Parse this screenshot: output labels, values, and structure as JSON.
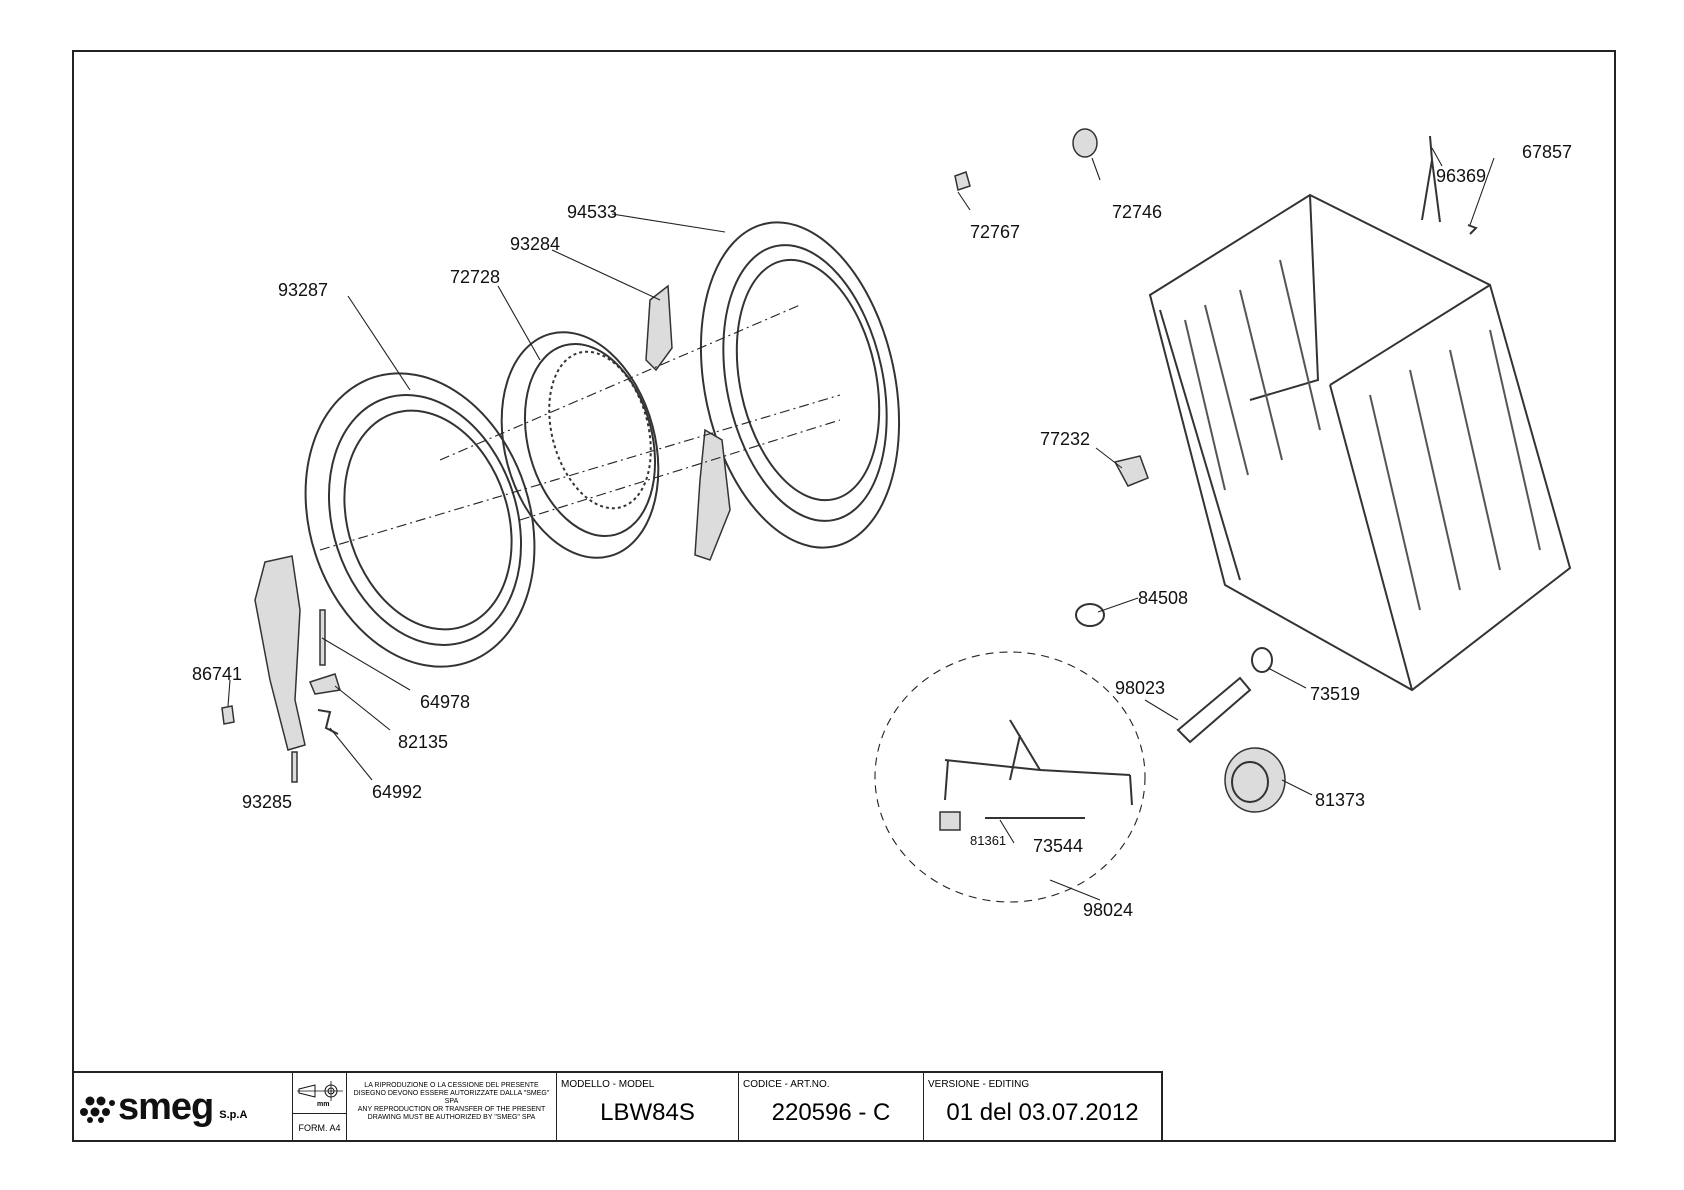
{
  "parts": {
    "p93287": "93287",
    "p72728": "72728",
    "p93284": "93284",
    "p94533": "94533",
    "p72767": "72767",
    "p72746": "72746",
    "p96369": "96369",
    "p67857": "67857",
    "p77232": "77232",
    "p84508": "84508",
    "p98023": "98023",
    "p73519": "73519",
    "p81373": "81373",
    "p81361": "81361",
    "p73544": "73544",
    "p98024": "98024",
    "p86741": "86741",
    "p64978": "64978",
    "p82135": "82135",
    "p64992": "64992",
    "p93285": "93285"
  },
  "title_block": {
    "company": "smeg",
    "company_suffix": "S.p.A",
    "form": "FORM. A4",
    "projection_unit": "mm",
    "notice_it": "LA RIPRODUZIONE O LA CESSIONE DEL PRESENTE DISEGNO DEVONO ESSERE AUTORIZZATE DALLA \"SMEG\" SPA",
    "notice_en": "ANY REPRODUCTION OR TRANSFER OF THE PRESENT DRAWING MUST BE AUTHORIZED BY \"SMEG\" SPA",
    "model_caption": "MODELLO - MODEL",
    "model_value": "LBW84S",
    "article_caption": "CODICE - ART.NO.",
    "article_value": "220596 - C",
    "version_caption": "VERSIONE - EDITING",
    "version_value": "01 del 03.07.2012"
  }
}
